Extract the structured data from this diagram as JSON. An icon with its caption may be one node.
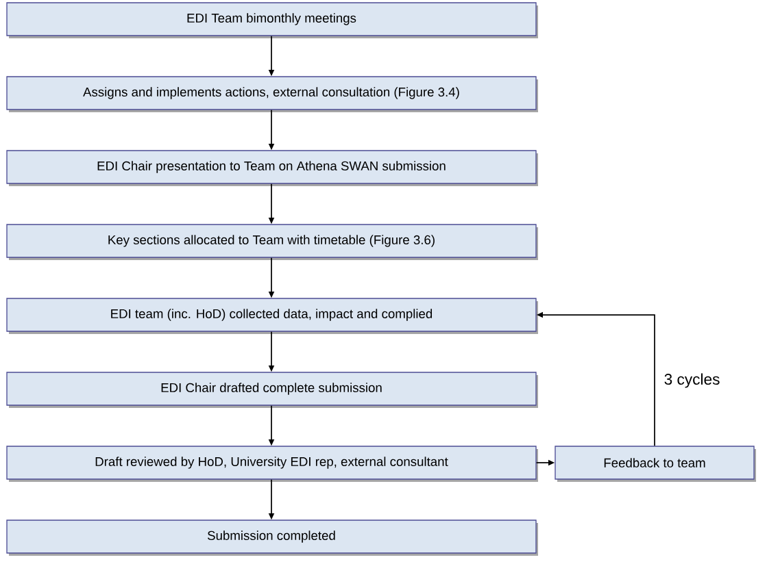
{
  "diagram": {
    "nodes": [
      {
        "text": [
          "EDI Team bimonthly meetings"
        ]
      },
      {
        "text": [
          "Assigns and implements actions, external consultation (Figure 3.4)"
        ]
      },
      {
        "text": [
          "EDI Chair presentation to Team on Athena SWAN submission"
        ]
      },
      {
        "text": [
          "Key sections allocated to Team with timetable (Figure 3.6)"
        ]
      },
      {
        "text": [
          "EDI team (inc. HoD) collected data, impact and complied"
        ]
      },
      {
        "text": [
          "EDI Chair drafted complete submission"
        ]
      },
      {
        "text": [
          "Draft reviewed by HoD, University EDI rep, external consultant"
        ]
      },
      {
        "text": [
          "Submission completed"
        ]
      },
      {
        "text": [
          "Feedback to team"
        ]
      }
    ],
    "edges": [
      {
        "from": 0,
        "to": 1,
        "arrow": "to"
      },
      {
        "from": 1,
        "to": 2,
        "arrow": "to"
      },
      {
        "from": 2,
        "to": 3,
        "arrow": "to"
      },
      {
        "from": 3,
        "to": 4,
        "arrow": "to"
      },
      {
        "from": 4,
        "to": 5,
        "arrow": "to"
      },
      {
        "from": 5,
        "to": 6,
        "arrow": "to"
      },
      {
        "from": 6,
        "to": 7,
        "arrow": "to"
      },
      {
        "from": 6,
        "to": 8,
        "arrow": "to"
      },
      {
        "from": 8,
        "to": 4,
        "arrow": "to",
        "label": "3 cycles"
      }
    ]
  }
}
